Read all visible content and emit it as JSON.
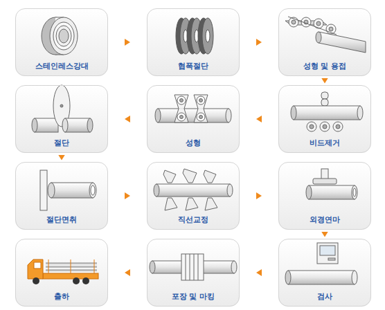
{
  "diagram": {
    "nodes": [
      {
        "text": [
          "스테인레스강대"
        ]
      },
      {
        "text": [
          "협폭절단"
        ]
      },
      {
        "text": [
          "성형 및 용접"
        ]
      },
      {
        "text": [
          "절단"
        ]
      },
      {
        "text": [
          "성형"
        ]
      },
      {
        "text": [
          "비드제거"
        ]
      },
      {
        "text": [
          "절단면취"
        ]
      },
      {
        "text": [
          "직선교정"
        ]
      },
      {
        "text": [
          "외경연마"
        ]
      },
      {
        "text": [
          "출하"
        ]
      },
      {
        "text": [
          "포장 및 마킹"
        ]
      },
      {
        "text": [
          "검사"
        ]
      }
    ],
    "edges": [
      {
        "from": 0,
        "to": 1,
        "arrow": "to"
      },
      {
        "from": 1,
        "to": 2,
        "arrow": "to"
      },
      {
        "from": 2,
        "to": 5,
        "arrow": "to"
      },
      {
        "from": 5,
        "to": 4,
        "arrow": "to"
      },
      {
        "from": 4,
        "to": 3,
        "arrow": "to"
      },
      {
        "from": 3,
        "to": 6,
        "arrow": "to"
      },
      {
        "from": 6,
        "to": 7,
        "arrow": "to"
      },
      {
        "from": 7,
        "to": 8,
        "arrow": "to"
      },
      {
        "from": 8,
        "to": 11,
        "arrow": "to"
      },
      {
        "from": 11,
        "to": 10,
        "arrow": "to"
      },
      {
        "from": 10,
        "to": 9,
        "arrow": "to"
      }
    ]
  }
}
